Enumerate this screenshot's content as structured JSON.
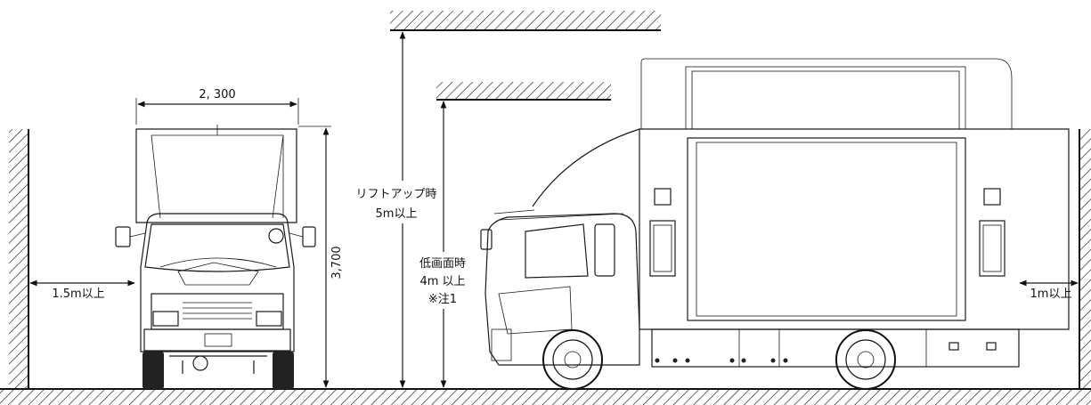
{
  "dimensions": {
    "front_width": "2, 300",
    "front_height": "3,700",
    "side_clearance_left": "1.5m以上",
    "side_clearance_right": "1m以上"
  },
  "liftup": {
    "line1": "リフトアップ時",
    "line2": "5m以上"
  },
  "low_screen": {
    "line1": "低画面時",
    "line2": "4m 以上",
    "line3": "※注1"
  },
  "colors": {
    "line": "#1a1a1a",
    "background": "#ffffff"
  }
}
